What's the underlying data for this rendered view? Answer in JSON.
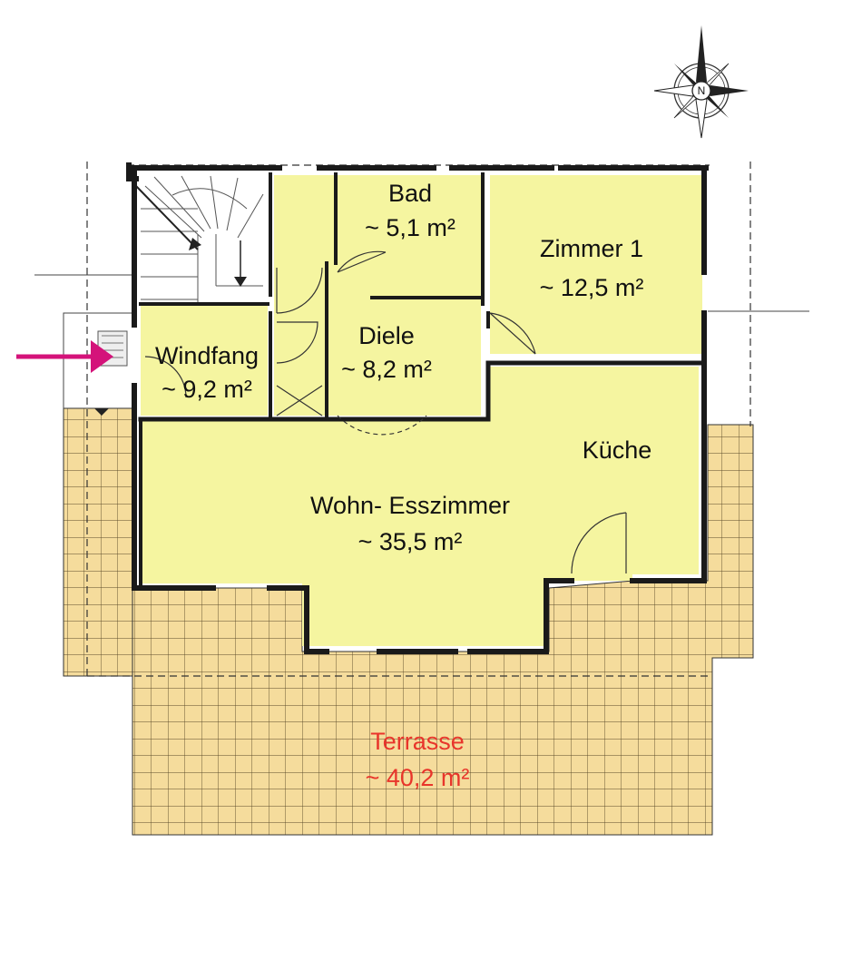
{
  "compass": {
    "north_letter": "N",
    "icon": "compass-rose-icon"
  },
  "entrance": {
    "icon": "entrance-arrow-icon"
  },
  "rooms": {
    "bad": {
      "name": "Bad",
      "area": "~ 5,1 m²"
    },
    "zimmer1": {
      "name": "Zimmer 1",
      "area": "~ 12,5 m²"
    },
    "diele": {
      "name": "Diele",
      "area": "~ 8,2 m²"
    },
    "windfang": {
      "name": "Windfang",
      "area": "~ 9,2 m²"
    },
    "kueche": {
      "name": "Küche"
    },
    "wohnen": {
      "name": "Wohn- Esszimmer",
      "area": "~ 35,5 m²"
    },
    "terrasse": {
      "name": "Terrasse",
      "area": "~ 40,2 m²"
    }
  },
  "colors": {
    "room_fill": "#f5f5a0",
    "terrace_fill": "#f5dc9c",
    "wall": "#1a1a1a",
    "terrace_text": "#e8352b",
    "entrance_arrow": "#d4137a"
  }
}
